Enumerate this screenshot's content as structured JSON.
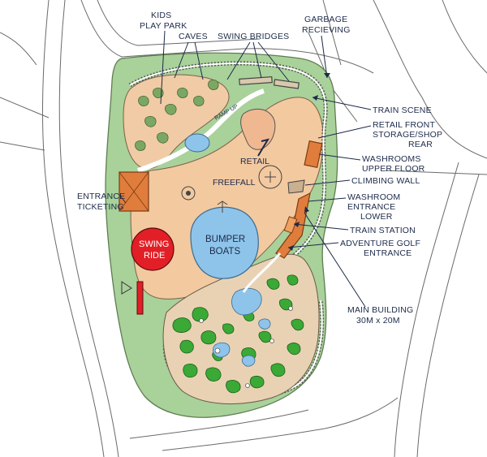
{
  "map": {
    "labels": {
      "kids_play_park_line1": "KIDS",
      "kids_play_park_line2": "PLAY PARK",
      "caves": "CAVES",
      "swing_bridges": "SWING BRIDGES",
      "garbage_line1": "GARBAGE",
      "garbage_line2": "RECIEVING",
      "train_scene": "TRAIN SCENE",
      "retail_front_line1": "RETAIL FRONT",
      "retail_front_line2": "STORAGE/SHOP",
      "retail_front_line3": "REAR",
      "washrooms_line1": "WASHROOMS",
      "washrooms_line2": "UPPER FLOOR",
      "climbing_wall": "CLIMBING WALL",
      "washroom_entrance_line1": "WASHROOM",
      "washroom_entrance_line2": "ENTRANCE",
      "washroom_entrance_line3": "LOWER",
      "train_station": "TRAIN STATION",
      "adventure_golf_line1": "ADVENTURE GOLF",
      "adventure_golf_line2": "ENTRANCE",
      "main_building_line1": "MAIN BUILDING",
      "main_building_line2": "30M x 20M",
      "entrance_line1": "ENTRANCE",
      "entrance_line2": "TICKETING",
      "retail": "RETAIL",
      "freefall": "FREEFALL",
      "swing_ride_line1": "SWING",
      "swing_ride_line2": "RIDE",
      "bumper_boats_line1": "BUMPER",
      "bumper_boats_line2": "BOATS",
      "track_text": "RAMP UP"
    },
    "colors": {
      "plaza": "#f3c9a0",
      "grass": "#a9d19a",
      "grass_dark": "#8cc07d",
      "water": "#8fc4ea",
      "swing_ride": "#e21f26",
      "building": "#e07d3c",
      "golf_green": "#3aa935",
      "label": "#1c2a4a"
    }
  }
}
